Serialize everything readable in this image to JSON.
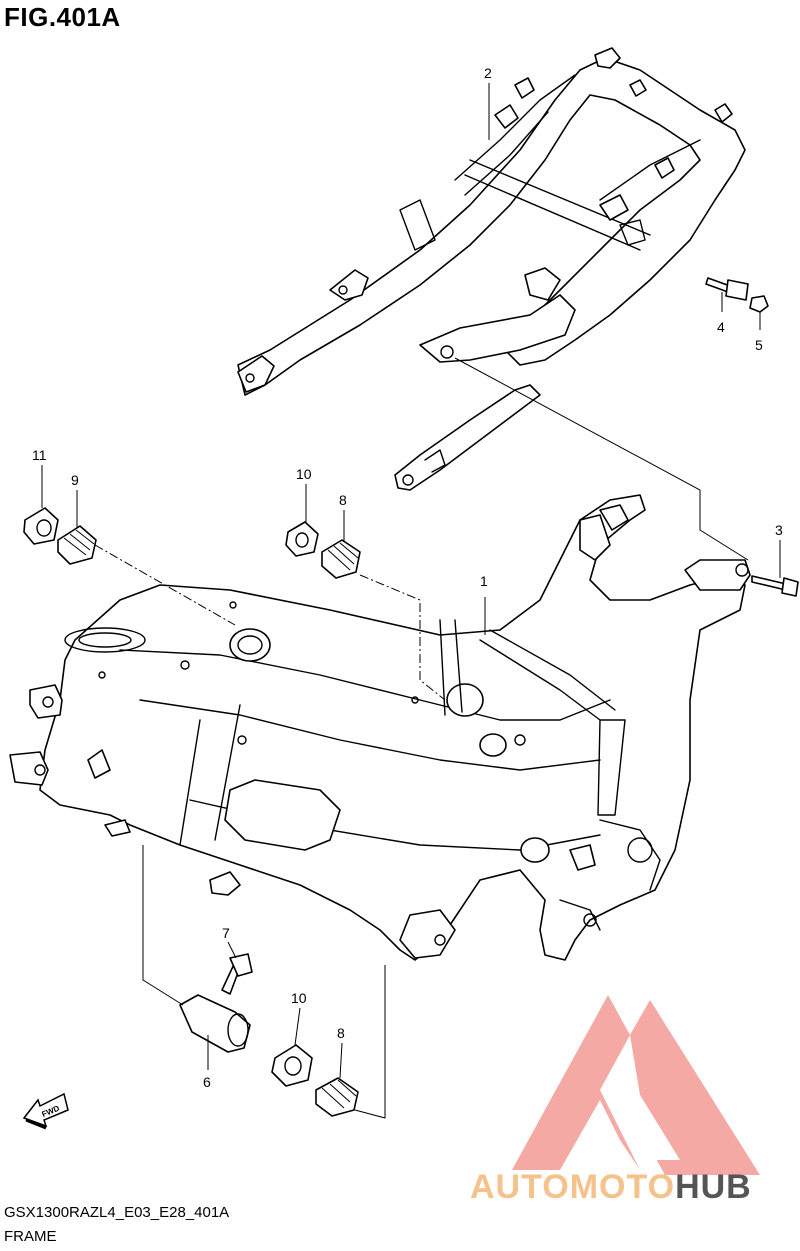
{
  "figure": {
    "title": "FIG.401A",
    "code": "GSX1300RAZL4_E03_E28_401A",
    "caption": "FRAME"
  },
  "callouts": [
    "1",
    "2",
    "3",
    "4",
    "5",
    "6",
    "7",
    "8",
    "9",
    "10",
    "10",
    "8",
    "11"
  ],
  "watermark": {
    "brand_part1": "AUTOMOTO",
    "brand_part2": "HUB",
    "logo": "triangle-a-logo",
    "colors": {
      "logo": "#f3a09a",
      "text1": "#f4c28a",
      "text2": "#555555"
    }
  },
  "icons": {
    "direction": "fwd-arrow-icon"
  },
  "fwd_label": "FWD"
}
